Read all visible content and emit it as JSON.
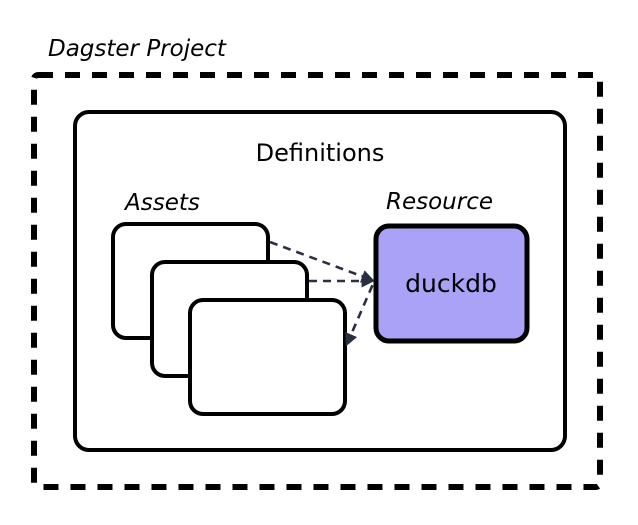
{
  "diagram": {
    "type": "nested-container-diagram",
    "background_color": "#ffffff",
    "outer_container": {
      "label": "Dagster Project",
      "label_style": "italic",
      "border_style": "dashed",
      "border_color": "#000000",
      "fill": "none"
    },
    "inner_container": {
      "label": "Definitions",
      "label_style": "regular",
      "border_style": "solid",
      "border_color": "#000000",
      "fill": "none"
    },
    "groups": [
      {
        "name": "assets-group",
        "label": "Assets",
        "label_style": "italic",
        "card_count": 3,
        "card_fill": "#ffffff",
        "card_border_color": "#000000"
      },
      {
        "name": "resource-group",
        "label": "Resource",
        "label_style": "italic",
        "node_label": "duckdb",
        "node_fill": "#a9a2f6",
        "node_border_color": "#000000"
      }
    ],
    "connections": {
      "count": 3,
      "style": "dashed",
      "color": "#2b3040",
      "from": "assets-group",
      "to": "duckdb",
      "arrowheads": true
    }
  }
}
